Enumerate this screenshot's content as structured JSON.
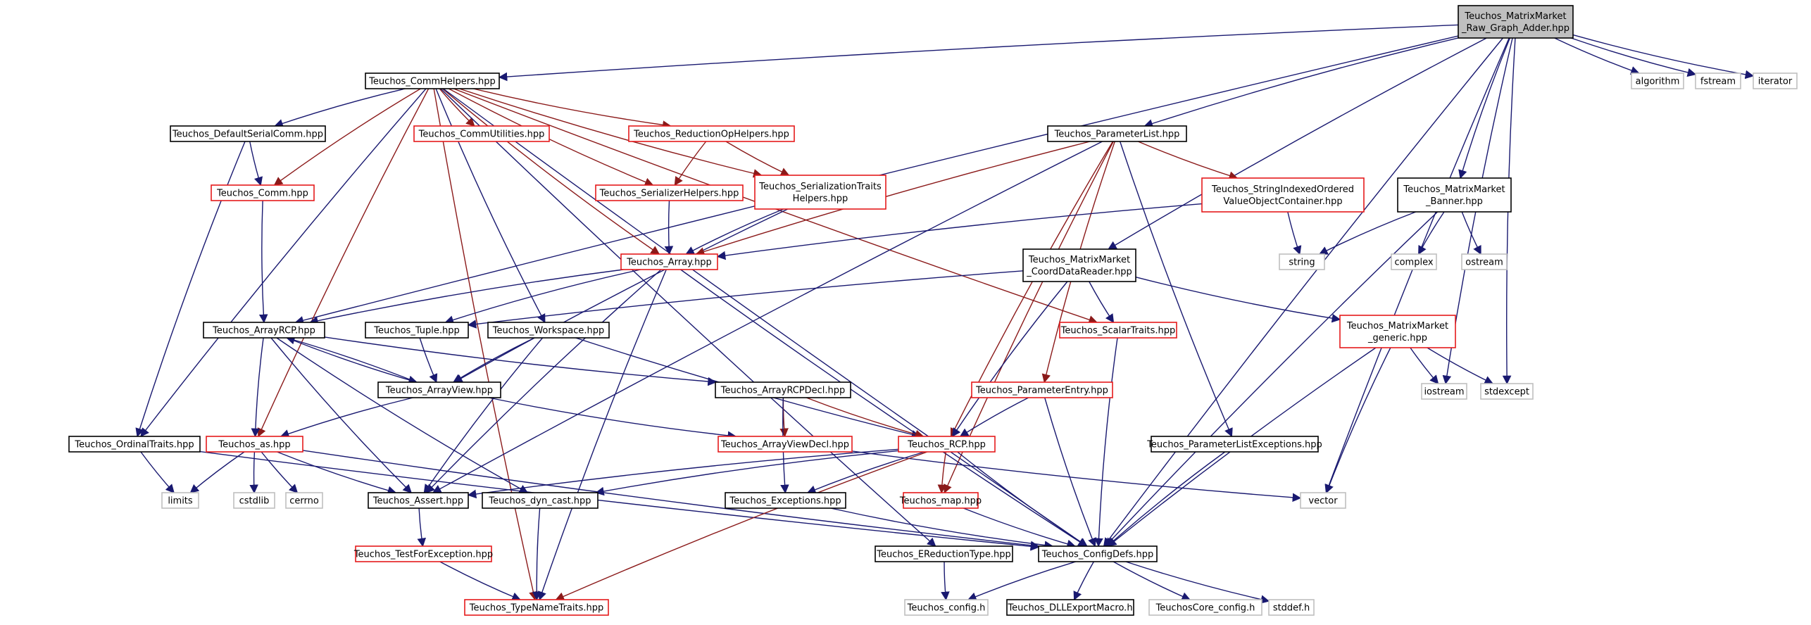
{
  "colors": {
    "edge_color": "#191970",
    "edge_color_red": "#8b1a1a",
    "border_documented": "#000000",
    "border_undocumented": "#e41a1c",
    "border_system": "#bfbfbf",
    "fill_root": "#bfbfbf",
    "fill_default": "#ffffff",
    "background": "#ffffff"
  },
  "nodes": {
    "root": {
      "label": "Teuchos_MatrixMarket\n_Raw_Graph_Adder.hpp",
      "style": "root"
    },
    "commhelpers": {
      "label": "Teuchos_CommHelpers.hpp",
      "style": "doc"
    },
    "algorithm": {
      "label": "algorithm",
      "style": "sys"
    },
    "fstream": {
      "label": "fstream",
      "style": "sys"
    },
    "iterator": {
      "label": "iterator",
      "style": "sys"
    },
    "defaultserialcomm": {
      "label": "Teuchos_DefaultSerialComm.hpp",
      "style": "doc"
    },
    "commutilities": {
      "label": "Teuchos_CommUtilities.hpp",
      "style": "undoc"
    },
    "reductionophelpers": {
      "label": "Teuchos_ReductionOpHelpers.hpp",
      "style": "undoc"
    },
    "parameterlist": {
      "label": "Teuchos_ParameterList.hpp",
      "style": "doc"
    },
    "comm": {
      "label": "Teuchos_Comm.hpp",
      "style": "undoc"
    },
    "serializerhelpers": {
      "label": "Teuchos_SerializerHelpers.hpp",
      "style": "undoc"
    },
    "serializationtraitshelpers": {
      "label": "Teuchos_SerializationTraits\nHelpers.hpp",
      "style": "undoc"
    },
    "stringindexed": {
      "label": "Teuchos_StringIndexedOrdered\nValueObjectContainer.hpp",
      "style": "undoc"
    },
    "banner": {
      "label": "Teuchos_MatrixMarket\n_Banner.hpp",
      "style": "doc"
    },
    "array": {
      "label": "Teuchos_Array.hpp",
      "style": "undoc"
    },
    "coorddatareader": {
      "label": "Teuchos_MatrixMarket\n_CoordDataReader.hpp",
      "style": "doc"
    },
    "string": {
      "label": "string",
      "style": "sys"
    },
    "complex": {
      "label": "complex",
      "style": "sys"
    },
    "ostream": {
      "label": "ostream",
      "style": "sys"
    },
    "arrayrcp": {
      "label": "Teuchos_ArrayRCP.hpp",
      "style": "doc"
    },
    "tuple": {
      "label": "Teuchos_Tuple.hpp",
      "style": "doc"
    },
    "workspace": {
      "label": "Teuchos_Workspace.hpp",
      "style": "doc"
    },
    "scalartraits": {
      "label": "Teuchos_ScalarTraits.hpp",
      "style": "undoc"
    },
    "generic": {
      "label": "Teuchos_MatrixMarket\n_generic.hpp",
      "style": "undoc"
    },
    "arrayview": {
      "label": "Teuchos_ArrayView.hpp",
      "style": "doc"
    },
    "arrayrcpdecl": {
      "label": "Teuchos_ArrayRCPDecl.hpp",
      "style": "doc"
    },
    "parameterentry": {
      "label": "Teuchos_ParameterEntry.hpp",
      "style": "undoc"
    },
    "iostream": {
      "label": "iostream",
      "style": "sys"
    },
    "stdexcept": {
      "label": "stdexcept",
      "style": "sys"
    },
    "ordinaltraits": {
      "label": "Teuchos_OrdinalTraits.hpp",
      "style": "doc"
    },
    "as": {
      "label": "Teuchos_as.hpp",
      "style": "undoc"
    },
    "arrayviewdecl": {
      "label": "Teuchos_ArrayViewDecl.hpp",
      "style": "undoc"
    },
    "rcp": {
      "label": "Teuchos_RCP.hpp",
      "style": "undoc"
    },
    "paramlistexceptions": {
      "label": "Teuchos_ParameterListExceptions.hpp",
      "style": "doc"
    },
    "limits": {
      "label": "limits",
      "style": "sys"
    },
    "cstdlib": {
      "label": "cstdlib",
      "style": "sys"
    },
    "cerrno": {
      "label": "cerrno",
      "style": "sys"
    },
    "assert": {
      "label": "Teuchos_Assert.hpp",
      "style": "doc"
    },
    "dyncast": {
      "label": "Teuchos_dyn_cast.hpp",
      "style": "doc"
    },
    "exceptions": {
      "label": "Teuchos_Exceptions.hpp",
      "style": "doc"
    },
    "map": {
      "label": "Teuchos_map.hpp",
      "style": "undoc"
    },
    "vector": {
      "label": "vector",
      "style": "sys"
    },
    "testforexception": {
      "label": "Teuchos_TestForException.hpp",
      "style": "undoc"
    },
    "ereductiontype": {
      "label": "Teuchos_EReductionType.hpp",
      "style": "doc"
    },
    "configdefs": {
      "label": "Teuchos_ConfigDefs.hpp",
      "style": "doc"
    },
    "config": {
      "label": "Teuchos_config.h",
      "style": "sys"
    },
    "dllexport": {
      "label": "Teuchos_DLLExportMacro.h",
      "style": "doc"
    },
    "coreconfig": {
      "label": "TeuchosCore_config.h",
      "style": "sys"
    },
    "stddef": {
      "label": "stddef.h",
      "style": "sys"
    },
    "typenametraits": {
      "label": "Teuchos_TypeNameTraits.hpp",
      "style": "undoc"
    }
  },
  "edges": [
    [
      "root",
      "commhelpers"
    ],
    [
      "root",
      "algorithm"
    ],
    [
      "root",
      "fstream"
    ],
    [
      "root",
      "iterator"
    ],
    [
      "root",
      "parameterlist"
    ],
    [
      "root",
      "banner"
    ],
    [
      "root",
      "coorddatareader"
    ],
    [
      "root",
      "arrayrcp"
    ],
    [
      "root",
      "iostream"
    ],
    [
      "root",
      "stdexcept"
    ],
    [
      "root",
      "vector"
    ],
    [
      "root",
      "configdefs"
    ],
    [
      "commhelpers",
      "defaultserialcomm"
    ],
    [
      "commhelpers",
      "commutilities"
    ],
    [
      "commhelpers",
      "reductionophelpers"
    ],
    [
      "commhelpers",
      "comm"
    ],
    [
      "commhelpers",
      "serializerhelpers"
    ],
    [
      "commhelpers",
      "serializationtraitshelpers"
    ],
    [
      "commhelpers",
      "array"
    ],
    [
      "commhelpers",
      "workspace"
    ],
    [
      "commhelpers",
      "scalartraits"
    ],
    [
      "commhelpers",
      "ordinaltraits"
    ],
    [
      "commhelpers",
      "as"
    ],
    [
      "commhelpers",
      "ereductiontype"
    ],
    [
      "commhelpers",
      "typenametraits"
    ],
    [
      "commhelpers",
      "configdefs"
    ],
    [
      "defaultserialcomm",
      "comm"
    ],
    [
      "defaultserialcomm",
      "ordinaltraits"
    ],
    [
      "comm",
      "arrayrcp"
    ],
    [
      "reductionophelpers",
      "serializerhelpers"
    ],
    [
      "reductionophelpers",
      "serializationtraitshelpers"
    ],
    [
      "serializerhelpers",
      "array"
    ],
    [
      "serializationtraitshelpers",
      "array"
    ],
    [
      "serializationtraitshelpers",
      "arrayview"
    ],
    [
      "parameterlist",
      "stringindexed"
    ],
    [
      "parameterlist",
      "array"
    ],
    [
      "parameterlist",
      "rcp"
    ],
    [
      "parameterlist",
      "parameterentry"
    ],
    [
      "parameterlist",
      "paramlistexceptions"
    ],
    [
      "parameterlist",
      "map"
    ],
    [
      "parameterlist",
      "assert"
    ],
    [
      "stringindexed",
      "array"
    ],
    [
      "stringindexed",
      "string"
    ],
    [
      "banner",
      "string"
    ],
    [
      "banner",
      "complex"
    ],
    [
      "banner",
      "ostream"
    ],
    [
      "banner",
      "configdefs"
    ],
    [
      "coorddatareader",
      "tuple"
    ],
    [
      "coorddatareader",
      "scalartraits"
    ],
    [
      "coorddatareader",
      "generic"
    ],
    [
      "coorddatareader",
      "rcp"
    ],
    [
      "array",
      "arrayrcp"
    ],
    [
      "array",
      "tuple"
    ],
    [
      "array",
      "assert"
    ],
    [
      "array",
      "typenametraits"
    ],
    [
      "array",
      "configdefs"
    ],
    [
      "arrayrcp",
      "arrayview"
    ],
    [
      "arrayrcp",
      "arrayrcpdecl"
    ],
    [
      "arrayrcp",
      "as"
    ],
    [
      "arrayrcp",
      "assert"
    ],
    [
      "arrayrcp",
      "dyncast"
    ],
    [
      "arrayview",
      "arrayrcp"
    ],
    [
      "arrayview",
      "as"
    ],
    [
      "arrayview",
      "arrayviewdecl"
    ],
    [
      "tuple",
      "arrayview"
    ],
    [
      "workspace",
      "arrayview"
    ],
    [
      "workspace",
      "rcp"
    ],
    [
      "workspace",
      "assert"
    ],
    [
      "scalartraits",
      "configdefs"
    ],
    [
      "generic",
      "iostream"
    ],
    [
      "generic",
      "stdexcept"
    ],
    [
      "generic",
      "vector"
    ],
    [
      "generic",
      "configdefs"
    ],
    [
      "arrayrcpdecl",
      "arrayviewdecl"
    ],
    [
      "arrayrcpdecl",
      "rcp"
    ],
    [
      "arrayrcpdecl",
      "exceptions"
    ],
    [
      "parameterentry",
      "rcp"
    ],
    [
      "parameterentry",
      "configdefs"
    ],
    [
      "ordinaltraits",
      "limits"
    ],
    [
      "ordinaltraits",
      "configdefs"
    ],
    [
      "as",
      "limits"
    ],
    [
      "as",
      "cstdlib"
    ],
    [
      "as",
      "cerrno"
    ],
    [
      "as",
      "assert"
    ],
    [
      "as",
      "configdefs"
    ],
    [
      "arrayviewdecl",
      "vector"
    ],
    [
      "rcp",
      "assert"
    ],
    [
      "rcp",
      "dyncast"
    ],
    [
      "rcp",
      "exceptions"
    ],
    [
      "rcp",
      "map"
    ],
    [
      "rcp",
      "typenametraits"
    ],
    [
      "rcp",
      "configdefs"
    ],
    [
      "paramlistexceptions",
      "configdefs"
    ],
    [
      "assert",
      "testforexception"
    ],
    [
      "dyncast",
      "typenametraits"
    ],
    [
      "exceptions",
      "configdefs"
    ],
    [
      "map",
      "configdefs"
    ],
    [
      "testforexception",
      "typenametraits"
    ],
    [
      "ereductiontype",
      "config"
    ],
    [
      "configdefs",
      "config"
    ],
    [
      "configdefs",
      "dllexport"
    ],
    [
      "configdefs",
      "coreconfig"
    ],
    [
      "configdefs",
      "stddef"
    ]
  ]
}
